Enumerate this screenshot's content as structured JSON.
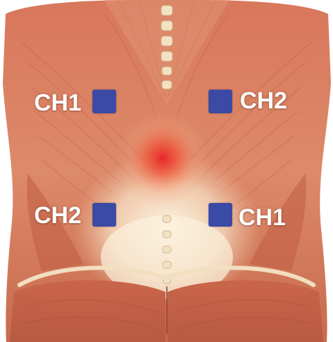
{
  "colors": {
    "electrode_pad": "#3a4aa5",
    "label_text": "#ffffff",
    "pain_center": "#e8262a",
    "muscle": "#d9755a",
    "background": "#ffffff"
  },
  "electrodes": {
    "upper_left": {
      "label": "CH1"
    },
    "upper_right": {
      "label": "CH2"
    },
    "lower_left": {
      "label": "CH2"
    },
    "lower_right": {
      "label": "CH1"
    }
  },
  "icons": {
    "anatomy": "lower-back-muscles-illustration",
    "pain_marker": "pain-hotspot-icon"
  }
}
